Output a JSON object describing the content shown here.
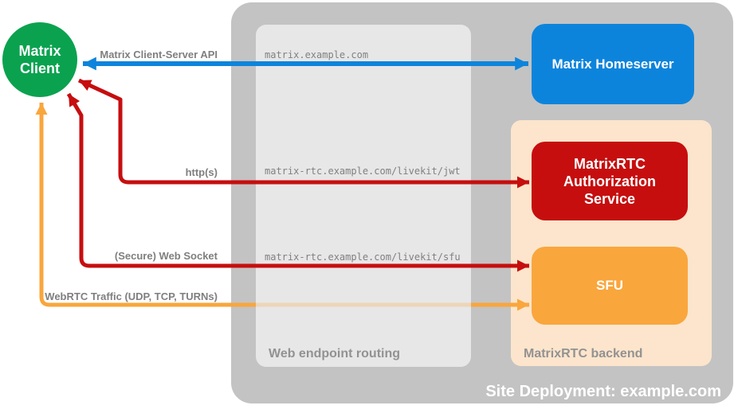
{
  "title": "MatrixRTC site deployment diagram",
  "colors": {
    "client_green": "#0aa24f",
    "homeserver_blue": "#0d84dc",
    "auth_red": "#c60e0f",
    "sfu_orange": "#f9a63d",
    "backend_peach": "#fce5cc",
    "site_gray": "#c3c3c3",
    "routing_gray": "#e7e7e7",
    "label_gray": "#7f7f7f",
    "caption_gray": "#929292",
    "text_white": "#ffffff"
  },
  "nodes": {
    "client": {
      "lines": [
        "Matrix",
        "Client"
      ]
    },
    "homeserver": {
      "label": "Matrix Homeserver"
    },
    "auth_service": {
      "label": "MatrixRTC Authorization Service"
    },
    "sfu": {
      "label": "SFU"
    }
  },
  "containers": {
    "site": {
      "caption": "Site Deployment: example.com"
    },
    "routing": {
      "caption": "Web endpoint routing",
      "endpoints": [
        "matrix.example.com",
        "matrix-rtc.example.com/livekit/jwt",
        "matrix-rtc.example.com/livekit/sfu"
      ]
    },
    "backend": {
      "caption": "MatrixRTC backend"
    }
  },
  "arrows": {
    "client_server_api": {
      "label": "Matrix Client-Server API",
      "color": "#0d84dc"
    },
    "https": {
      "label": "http(s)",
      "color": "#c60e0f"
    },
    "websocket": {
      "label": "(Secure) Web Socket",
      "color": "#c60e0f"
    },
    "webrtc": {
      "label": "WebRTC Traffic (UDP, TCP, TURNs)",
      "color": "#f9a63d"
    }
  }
}
